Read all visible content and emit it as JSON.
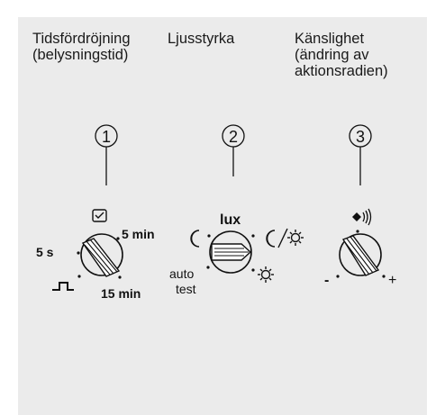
{
  "columns": [
    {
      "heading": "Tidsfördröjning\n(belysningstid)",
      "number": "1"
    },
    {
      "heading": "Ljusstyrka",
      "number": "2"
    },
    {
      "heading": "Känslighet\n(ändring av\naktionsradien)",
      "number": "3"
    }
  ],
  "dial1": {
    "short_label": "5 s",
    "mid_label": "5 min",
    "long_label": "15 min"
  },
  "dial2": {
    "top_label": "lux",
    "auto_label": "auto",
    "test_label": "test"
  },
  "dial3": {
    "minus_label": "-",
    "plus_label": "+"
  },
  "icons": {
    "timer": "timer-icon",
    "pulse": "pulse-icon",
    "moon": "moon-icon",
    "moon_sun": "moon-sun-icon",
    "sun": "sun-icon",
    "motion": "motion-sensor-icon"
  },
  "colors": {
    "panel": "#ebebeb",
    "ink": "#111111"
  }
}
